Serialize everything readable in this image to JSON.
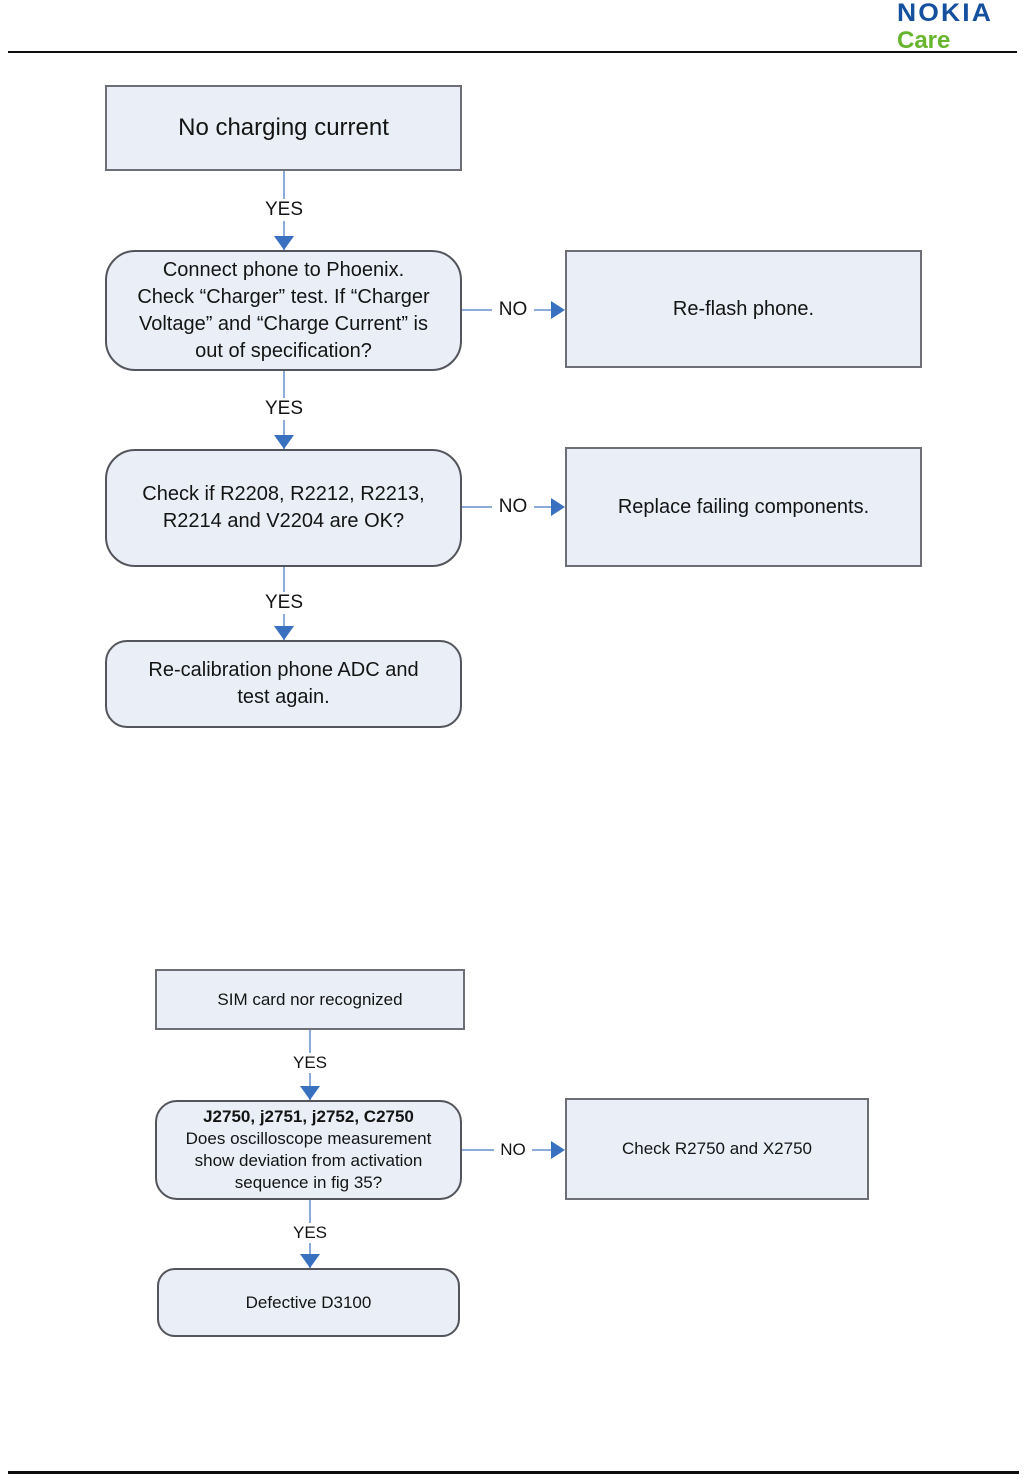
{
  "header": {
    "brand": "NOKIA",
    "sub_brand": "Care"
  },
  "labels": {
    "yes": "YES",
    "no": "NO"
  },
  "flow_no_charging": {
    "start": "No charging current",
    "question_charger_lines": [
      "Connect phone to Phoenix.",
      "Check “Charger” test. If “Charger",
      "Voltage” and “Charge Current” is",
      "out of specification?"
    ],
    "action_reflash": "Re-flash phone.",
    "question_components_lines": [
      "Check if R2208, R2212, R2213,",
      "R2214 and V2204 are OK?"
    ],
    "action_replace": "Replace failing components.",
    "end_lines": [
      "Re-calibration phone ADC and",
      "test again."
    ]
  },
  "flow_sim_card": {
    "start": "SIM card nor recognized",
    "question_title": "J2750, j2751, j2752, C2750",
    "question_lines": [
      "Does oscilloscope measurement",
      "show  deviation from activation",
      "sequence in fig 35?"
    ],
    "action_check": "Check R2750 and X2750",
    "end": "Defective D3100"
  },
  "colors": {
    "node_fill": "#e9eef7",
    "rect_border": "#6e6e76",
    "rounded_border": "#54545c",
    "connector_line": "#8cabd8",
    "arrowhead": "#3a70c0",
    "nokia_blue": "#15509e",
    "care_green": "#67b42d"
  }
}
